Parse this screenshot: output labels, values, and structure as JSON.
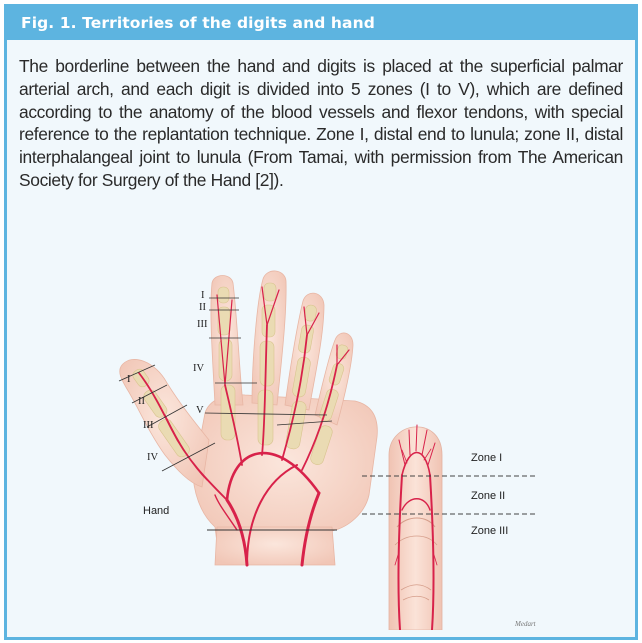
{
  "figure": {
    "title": "Fig. 1. Territories of the digits and hand",
    "caption": "The borderline between the hand and digits is placed at the superficial palmar arterial arch, and each digit is divided into 5 zones (I to V), which are defined according to the anatomy of the blood vessels and flexor tendons, with special reference to the replantation technique. Zone I, distal end to lunula; zone II, distal interphalangeal joint to lunula (From Tamai, with permission  from The American Society for Surgery of the Hand [2])."
  },
  "illustration": {
    "finger_zones": [
      "I",
      "II",
      "III",
      "IV",
      "V"
    ],
    "thumb_zones": [
      "I",
      "II",
      "III",
      "IV"
    ],
    "hand_label": "Hand",
    "fingertip_zones": [
      "Zone I",
      "Zone II",
      "Zone III"
    ],
    "signature": "Medart"
  },
  "colors": {
    "border": "#5db4e0",
    "panel": "#f1f8fc",
    "skin": "#f7d9cc",
    "bone": "#eadbb3",
    "artery": "#d8224a"
  }
}
